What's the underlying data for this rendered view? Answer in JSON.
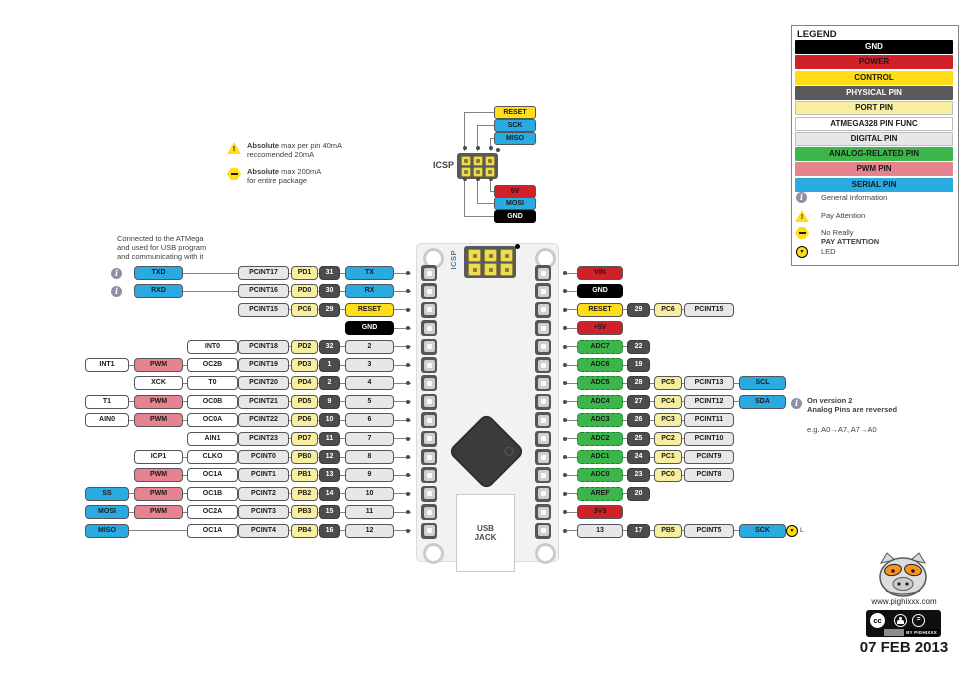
{
  "legend": {
    "title": "LEGEND",
    "items": [
      {
        "label": "GND",
        "bg": "#000000",
        "fg": "#FFFFFF"
      },
      {
        "label": "POWER",
        "bg": "#CF2127",
        "fg": "#1A1A1A"
      },
      {
        "label": "CONTROL",
        "bg": "#FFDE17",
        "fg": "#1A1A1A"
      },
      {
        "label": "PHYSICAL PIN",
        "bg": "#58595B",
        "fg": "#FFFFFF"
      },
      {
        "label": "PORT PIN",
        "bg": "#F7EE9F",
        "fg": "#1A1A1A"
      },
      {
        "label": "ATMEGA328 PIN FUNC",
        "bg": "#FFFFFF",
        "fg": "#1A1A1A"
      },
      {
        "label": "DIGITAL PIN",
        "bg": "#E6E7E8",
        "fg": "#1A1A1A"
      },
      {
        "label": "ANALOG-RELATED PIN",
        "bg": "#3CB54B",
        "fg": "#1A1A1A"
      },
      {
        "label": "PWM PIN",
        "bg": "#E5848E",
        "fg": "#1A1A1A"
      },
      {
        "label": "SERIAL PIN",
        "bg": "#29ABE2",
        "fg": "#1A1A1A"
      }
    ],
    "info_rows": [
      {
        "icon": "info-icon",
        "line1": "General Information"
      },
      {
        "icon": "pay-attention-icon",
        "line1": "Pay Attention"
      },
      {
        "icon": "no-really-icon",
        "line1": "No Really",
        "line2": "PAY ATTENTION"
      },
      {
        "icon": "led-icon",
        "line1": "LED"
      }
    ]
  },
  "usb_note": {
    "lines": [
      "Connected to the ATMega",
      "and used for USB program",
      "and communicating with it"
    ]
  },
  "warnings": [
    {
      "bold": "Absolute",
      "rest": " max per pin 40mA",
      "line2": "reccomended 20mA"
    },
    {
      "bold": "Absolute",
      "rest": " max 200mA",
      "line2": "for entire package"
    }
  ],
  "version_note": {
    "line1": "On version 2",
    "line2": "Analog Pins are reversed",
    "example": "e.g. A0→A7, A7→A0"
  },
  "icsp": {
    "label": "ICSP",
    "top_labels": [
      {
        "text": "RESET",
        "type": "control"
      },
      {
        "text": "SCK",
        "type": "serial"
      },
      {
        "text": "MISO",
        "type": "serial"
      }
    ],
    "bottom_labels": [
      {
        "text": "5V",
        "type": "power"
      },
      {
        "text": "MOSI",
        "type": "serial"
      },
      {
        "text": "GND",
        "type": "gnd"
      }
    ]
  },
  "board": {
    "icsp_label": "ICSP",
    "usb_lines": [
      "USB",
      "JACK"
    ]
  },
  "left_rows": [
    {
      "icon": "info",
      "cells": [
        {
          "col": "B",
          "text": "TXD",
          "type": "serial"
        },
        {
          "col": "D",
          "text": "PCINT17",
          "type": "digital"
        },
        {
          "col": "E",
          "text": "PD1",
          "type": "port"
        },
        {
          "col": "F",
          "text": "31",
          "type": "physical"
        },
        {
          "col": "G",
          "text": "TX",
          "type": "serial"
        }
      ]
    },
    {
      "icon": "info",
      "cells": [
        {
          "col": "B",
          "text": "RXD",
          "type": "serial"
        },
        {
          "col": "D",
          "text": "PCINT16",
          "type": "digital"
        },
        {
          "col": "E",
          "text": "PD0",
          "type": "port"
        },
        {
          "col": "F",
          "text": "30",
          "type": "physical"
        },
        {
          "col": "G",
          "text": "RX",
          "type": "serial"
        }
      ]
    },
    {
      "cells": [
        {
          "col": "D",
          "text": "PCINT15",
          "type": "digital"
        },
        {
          "col": "E",
          "text": "PC6",
          "type": "port"
        },
        {
          "col": "F",
          "text": "29",
          "type": "physical"
        },
        {
          "col": "G",
          "text": "RESET",
          "type": "control"
        }
      ]
    },
    {
      "cells": [
        {
          "col": "G",
          "text": "GND",
          "type": "gnd"
        }
      ]
    },
    {
      "cells": [
        {
          "col": "C",
          "text": "INT0",
          "type": "func"
        },
        {
          "col": "D",
          "text": "PCINT18",
          "type": "digital"
        },
        {
          "col": "E",
          "text": "PD2",
          "type": "port"
        },
        {
          "col": "F",
          "text": "32",
          "type": "physical"
        },
        {
          "col": "G",
          "text": "2",
          "type": "digital"
        }
      ]
    },
    {
      "cells": [
        {
          "col": "A",
          "text": "INT1",
          "type": "func"
        },
        {
          "col": "B",
          "text": "PWM",
          "type": "pwm"
        },
        {
          "col": "C",
          "text": "OC2B",
          "type": "func"
        },
        {
          "col": "D",
          "text": "PCINT19",
          "type": "digital"
        },
        {
          "col": "E",
          "text": "PD3",
          "type": "port"
        },
        {
          "col": "F",
          "text": "1",
          "type": "physical"
        },
        {
          "col": "G",
          "text": "3",
          "type": "digital"
        }
      ]
    },
    {
      "cells": [
        {
          "col": "B",
          "text": "XCK",
          "type": "func"
        },
        {
          "col": "C",
          "text": "T0",
          "type": "func"
        },
        {
          "col": "D",
          "text": "PCINT20",
          "type": "digital"
        },
        {
          "col": "E",
          "text": "PD4",
          "type": "port"
        },
        {
          "col": "F",
          "text": "2",
          "type": "physical"
        },
        {
          "col": "G",
          "text": "4",
          "type": "digital"
        }
      ]
    },
    {
      "cells": [
        {
          "col": "A",
          "text": "T1",
          "type": "func"
        },
        {
          "col": "B",
          "text": "PWM",
          "type": "pwm"
        },
        {
          "col": "C",
          "text": "OC0B",
          "type": "func"
        },
        {
          "col": "D",
          "text": "PCINT21",
          "type": "digital"
        },
        {
          "col": "E",
          "text": "PD5",
          "type": "port"
        },
        {
          "col": "F",
          "text": "9",
          "type": "physical"
        },
        {
          "col": "G",
          "text": "5",
          "type": "digital"
        }
      ]
    },
    {
      "cells": [
        {
          "col": "A",
          "text": "AIN0",
          "type": "func"
        },
        {
          "col": "B",
          "text": "PWM",
          "type": "pwm"
        },
        {
          "col": "C",
          "text": "OC0A",
          "type": "func"
        },
        {
          "col": "D",
          "text": "PCINT22",
          "type": "digital"
        },
        {
          "col": "E",
          "text": "PD6",
          "type": "port"
        },
        {
          "col": "F",
          "text": "10",
          "type": "physical"
        },
        {
          "col": "G",
          "text": "6",
          "type": "digital"
        }
      ]
    },
    {
      "cells": [
        {
          "col": "C",
          "text": "AIN1",
          "type": "func"
        },
        {
          "col": "D",
          "text": "PCINT23",
          "type": "digital"
        },
        {
          "col": "E",
          "text": "PD7",
          "type": "port"
        },
        {
          "col": "F",
          "text": "11",
          "type": "physical"
        },
        {
          "col": "G",
          "text": "7",
          "type": "digital"
        }
      ]
    },
    {
      "cells": [
        {
          "col": "B",
          "text": "ICP1",
          "type": "func"
        },
        {
          "col": "C",
          "text": "CLKO",
          "type": "func"
        },
        {
          "col": "D",
          "text": "PCINT0",
          "type": "digital"
        },
        {
          "col": "E",
          "text": "PB0",
          "type": "port"
        },
        {
          "col": "F",
          "text": "12",
          "type": "physical"
        },
        {
          "col": "G",
          "text": "8",
          "type": "digital"
        }
      ]
    },
    {
      "cells": [
        {
          "col": "B",
          "text": "PWM",
          "type": "pwm"
        },
        {
          "col": "C",
          "text": "OC1A",
          "type": "func"
        },
        {
          "col": "D",
          "text": "PCINT1",
          "type": "digital"
        },
        {
          "col": "E",
          "text": "PB1",
          "type": "port"
        },
        {
          "col": "F",
          "text": "13",
          "type": "physical"
        },
        {
          "col": "G",
          "text": "9",
          "type": "digital"
        }
      ]
    },
    {
      "cells": [
        {
          "col": "A",
          "text": "SS",
          "type": "serial"
        },
        {
          "col": "B",
          "text": "PWM",
          "type": "pwm"
        },
        {
          "col": "C",
          "text": "OC1B",
          "type": "func"
        },
        {
          "col": "D",
          "text": "PCINT2",
          "type": "digital"
        },
        {
          "col": "E",
          "text": "PB2",
          "type": "port"
        },
        {
          "col": "F",
          "text": "14",
          "type": "physical"
        },
        {
          "col": "G",
          "text": "10",
          "type": "digital"
        }
      ]
    },
    {
      "cells": [
        {
          "col": "A",
          "text": "MOSI",
          "type": "serial"
        },
        {
          "col": "B",
          "text": "PWM",
          "type": "pwm"
        },
        {
          "col": "C",
          "text": "OC2A",
          "type": "func"
        },
        {
          "col": "D",
          "text": "PCINT3",
          "type": "digital"
        },
        {
          "col": "E",
          "text": "PB3",
          "type": "port"
        },
        {
          "col": "F",
          "text": "15",
          "type": "physical"
        },
        {
          "col": "G",
          "text": "11",
          "type": "digital"
        }
      ]
    },
    {
      "cells": [
        {
          "col": "A",
          "text": "MISO",
          "type": "serial"
        },
        {
          "col": "C",
          "text": "OC1A",
          "type": "func"
        },
        {
          "col": "D",
          "text": "PCINT4",
          "type": "digital"
        },
        {
          "col": "E",
          "text": "PB4",
          "type": "port"
        },
        {
          "col": "F",
          "text": "16",
          "type": "physical"
        },
        {
          "col": "G",
          "text": "12",
          "type": "digital"
        }
      ]
    }
  ],
  "right_rows": [
    {
      "cells": [
        {
          "col": "A",
          "text": "VIN",
          "type": "power"
        }
      ]
    },
    {
      "cells": [
        {
          "col": "A",
          "text": "GND",
          "type": "gnd"
        }
      ]
    },
    {
      "cells": [
        {
          "col": "A",
          "text": "RESET",
          "type": "control"
        },
        {
          "col": "B",
          "text": "29",
          "type": "physical"
        },
        {
          "col": "C",
          "text": "PC6",
          "type": "port"
        },
        {
          "col": "D",
          "text": "PCINT15",
          "type": "digital"
        }
      ]
    },
    {
      "cells": [
        {
          "col": "A",
          "text": "+5V",
          "type": "power"
        }
      ]
    },
    {
      "cells": [
        {
          "col": "A",
          "text": "ADC7",
          "type": "analog"
        },
        {
          "col": "B",
          "text": "22",
          "type": "physical"
        }
      ]
    },
    {
      "cells": [
        {
          "col": "A",
          "text": "ADC6",
          "type": "analog"
        },
        {
          "col": "B",
          "text": "19",
          "type": "physical"
        }
      ]
    },
    {
      "cells": [
        {
          "col": "A",
          "text": "ADC5",
          "type": "analog"
        },
        {
          "col": "B",
          "text": "28",
          "type": "physical"
        },
        {
          "col": "C",
          "text": "PC5",
          "type": "port"
        },
        {
          "col": "D",
          "text": "PCINT13",
          "type": "digital"
        },
        {
          "col": "E",
          "text": "SCL",
          "type": "serial"
        }
      ]
    },
    {
      "cells": [
        {
          "col": "A",
          "text": "ADC4",
          "type": "analog"
        },
        {
          "col": "B",
          "text": "27",
          "type": "physical"
        },
        {
          "col": "C",
          "text": "PC4",
          "type": "port"
        },
        {
          "col": "D",
          "text": "PCINT12",
          "type": "digital"
        },
        {
          "col": "E",
          "text": "SDA",
          "type": "serial"
        }
      ]
    },
    {
      "cells": [
        {
          "col": "A",
          "text": "ADC3",
          "type": "analog"
        },
        {
          "col": "B",
          "text": "26",
          "type": "physical"
        },
        {
          "col": "C",
          "text": "PC3",
          "type": "port"
        },
        {
          "col": "D",
          "text": "PCINT11",
          "type": "digital"
        }
      ]
    },
    {
      "cells": [
        {
          "col": "A",
          "text": "ADC2",
          "type": "analog"
        },
        {
          "col": "B",
          "text": "25",
          "type": "physical"
        },
        {
          "col": "C",
          "text": "PC2",
          "type": "port"
        },
        {
          "col": "D",
          "text": "PCINT10",
          "type": "digital"
        }
      ]
    },
    {
      "cells": [
        {
          "col": "A",
          "text": "ADC1",
          "type": "analog"
        },
        {
          "col": "B",
          "text": "24",
          "type": "physical"
        },
        {
          "col": "C",
          "text": "PC1",
          "type": "port"
        },
        {
          "col": "D",
          "text": "PCINT9",
          "type": "digital"
        }
      ]
    },
    {
      "cells": [
        {
          "col": "A",
          "text": "ADC0",
          "type": "analog"
        },
        {
          "col": "B",
          "text": "23",
          "type": "physical"
        },
        {
          "col": "C",
          "text": "PC0",
          "type": "port"
        },
        {
          "col": "D",
          "text": "PCINT8",
          "type": "digital"
        }
      ]
    },
    {
      "cells": [
        {
          "col": "A",
          "text": "AREF",
          "type": "analog"
        },
        {
          "col": "B",
          "text": "20",
          "type": "physical"
        }
      ]
    },
    {
      "cells": [
        {
          "col": "A",
          "text": "3V3",
          "type": "power"
        }
      ]
    },
    {
      "led": true,
      "led_label": "L",
      "cells": [
        {
          "col": "A",
          "text": "13",
          "type": "digital"
        },
        {
          "col": "B",
          "text": "17",
          "type": "physical"
        },
        {
          "col": "C",
          "text": "PB5",
          "type": "port"
        },
        {
          "col": "D",
          "text": "PCINT5",
          "type": "digital"
        },
        {
          "col": "E",
          "text": "SCK",
          "type": "serial"
        }
      ]
    }
  ],
  "footer": {
    "website": "www.pighixxx.com",
    "cc_label": "cc",
    "by_label": "BY PIGHIXXX",
    "date": "07 FEB 2013"
  },
  "colors": {
    "gnd": "#000000",
    "power": "#CF2127",
    "control": "#FFDE17",
    "physical": "#4D4D4F",
    "port": "#F7EE9F",
    "func": "#FFFFFF",
    "digital": "#E6E7E8",
    "analog": "#3CB54B",
    "pwm": "#E5848E",
    "serial": "#29ABE2",
    "line": "#808285",
    "info_icon": "#8E90A8",
    "attention_icon": "#FFDE17",
    "board_fill": "#F2F2F3",
    "chip_fill": "#3B3B3D"
  }
}
